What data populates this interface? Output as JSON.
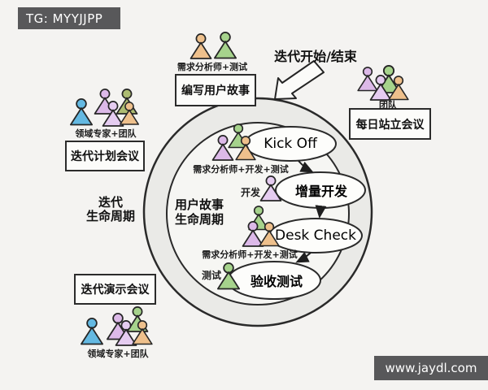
{
  "banners": {
    "top": "TG: MYYJJPP",
    "bottom": "www.jaydl.com"
  },
  "outer": {
    "iteration_start_end": "迭代开始/结束",
    "story_writing": {
      "actors": "需求分析师+测试",
      "box": "编写用户故事"
    },
    "daily_standup": {
      "actors": "团队",
      "box": "每日站立会议"
    },
    "planning": {
      "actors": "领域专家+团队",
      "box": "迭代计划会议"
    },
    "demo": {
      "actors": "领域专家+团队",
      "box": "迭代演示会议"
    },
    "iteration_lifecycle": {
      "line1": "迭代",
      "line2": "生命周期"
    }
  },
  "inner": {
    "story_lifecycle": {
      "line1": "用户故事",
      "line2": "生命周期"
    },
    "stages": [
      {
        "label": "Kick Off",
        "actors": "需求分析师+开发+测试"
      },
      {
        "label": "增量开发",
        "actors": "开发"
      },
      {
        "label": "Desk Check",
        "actors": "需求分析师+开发+测试"
      },
      {
        "label": "验收测试",
        "actors": "测试"
      }
    ]
  },
  "colors": {
    "banner_bg": "#58585a",
    "outline": "#262626",
    "person_blue": "#64b9e2",
    "person_purple": "#dcb9e8",
    "person_purple_light": "#e5ccf0",
    "person_green": "#a6d38c",
    "person_olive": "#adbc72",
    "person_orange": "#eec08c"
  }
}
